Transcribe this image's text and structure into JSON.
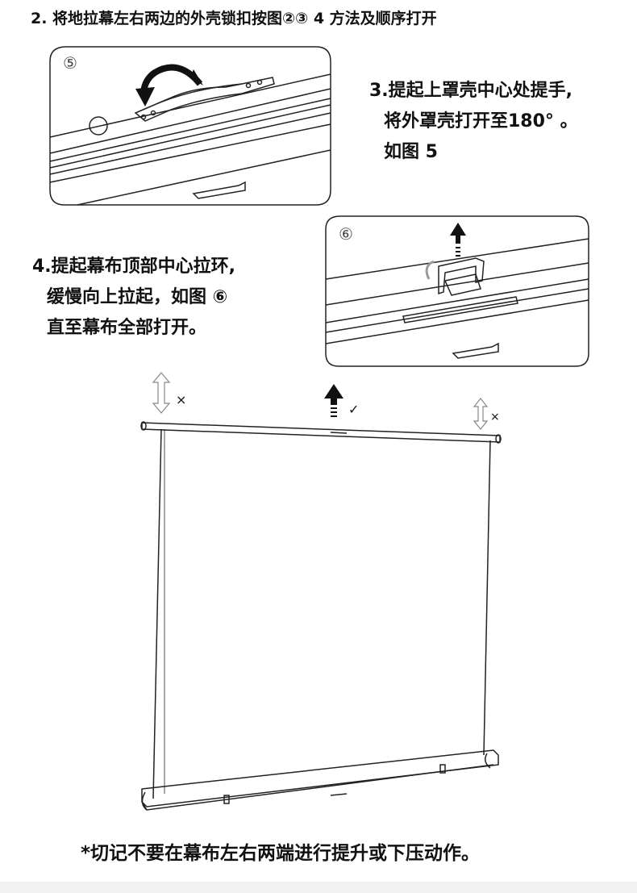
{
  "step2": {
    "text": "2. 将地拉幕左右两边的外壳锁扣按图②③ 4 方法及顺序打开"
  },
  "step3": {
    "line1": "3.提起上罩壳中心处提手,",
    "line2": "将外罩壳打开至180° 。",
    "line3": "如图 5"
  },
  "step4": {
    "line1": "4.提起幕布顶部中心拉环,",
    "line2": "缓慢向上拉起，如图 ⑥",
    "line3": "直至幕布全部打开。"
  },
  "figure5": {
    "label": "⑤"
  },
  "figure6": {
    "label": "⑥"
  },
  "marks": {
    "wrong": "×",
    "right": "✓"
  },
  "note": {
    "text": "*切记不要在幕布左右两端进行提升或下压动作。"
  },
  "colors": {
    "line": "#222222",
    "ink": "#111111"
  }
}
